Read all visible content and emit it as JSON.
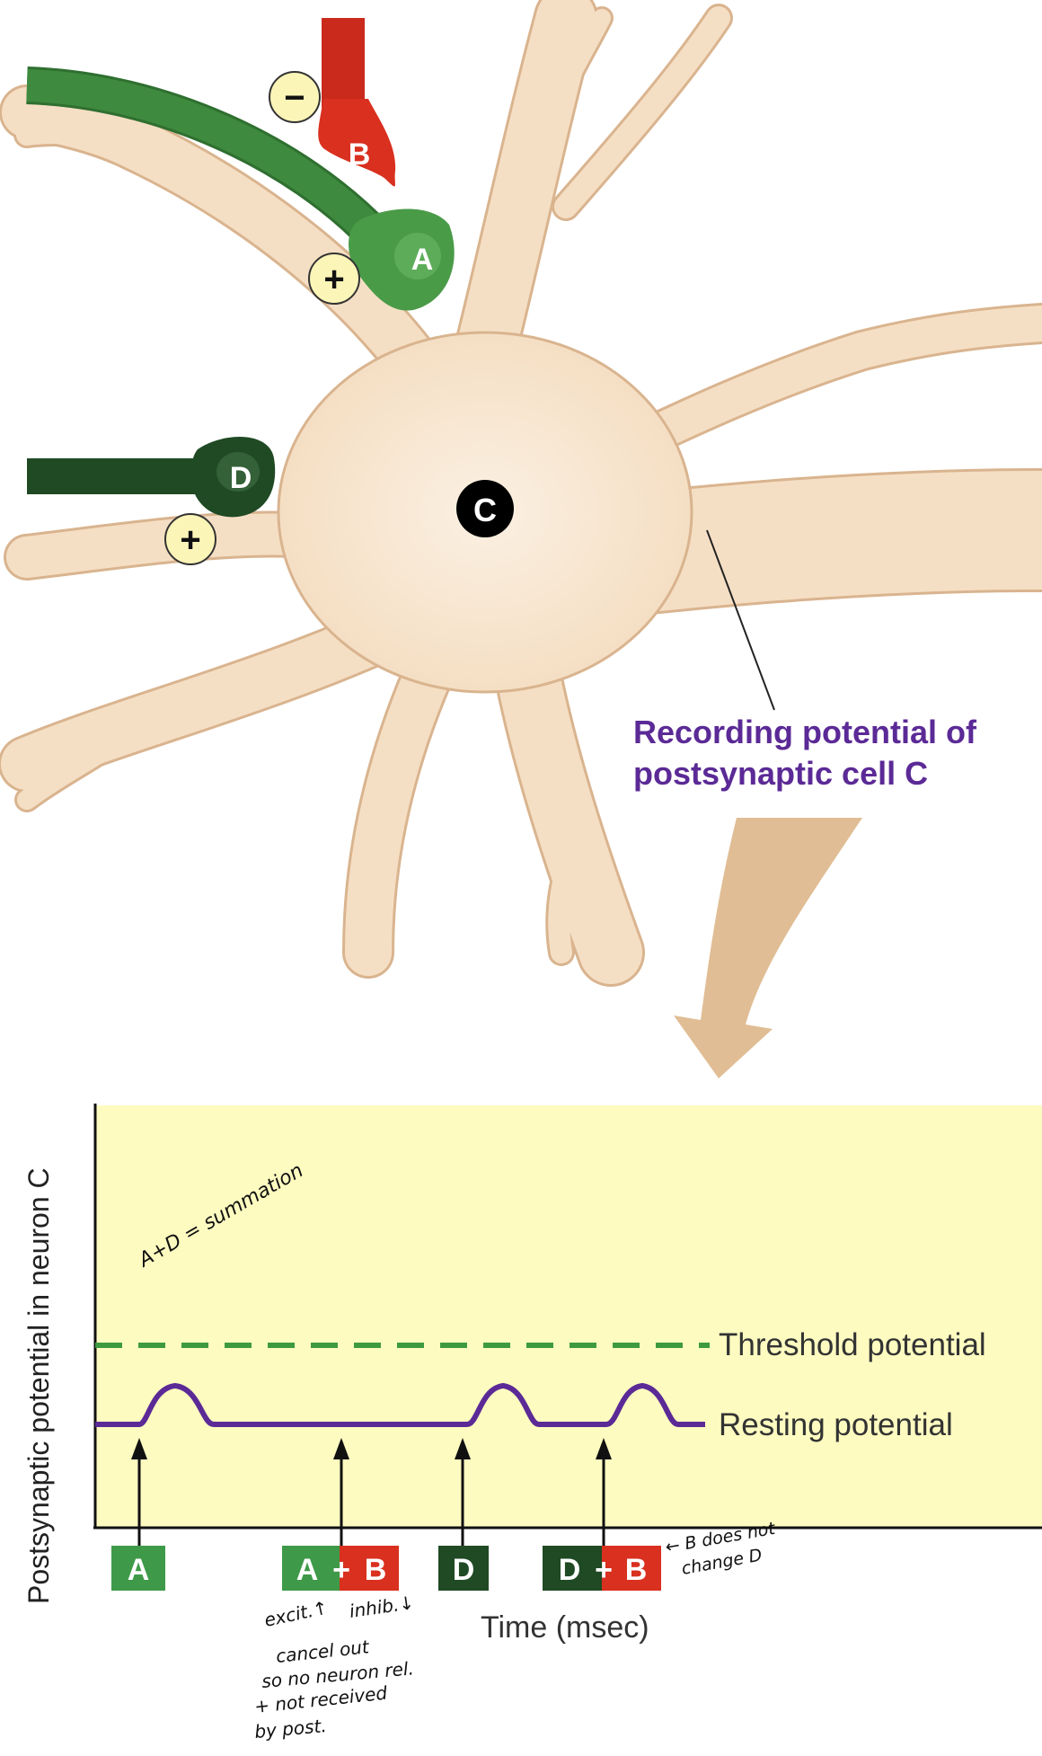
{
  "neuron": {
    "cells": {
      "a": "A",
      "b": "B",
      "c": "C",
      "d": "D"
    },
    "signs": {
      "minus": "−",
      "plus_a": "+",
      "plus_d": "+"
    },
    "recording_line1": "Recording potential of",
    "recording_line2": "postsynaptic cell C"
  },
  "graph": {
    "y_axis_label": "Postsynaptic potential in neuron C",
    "x_axis_label": "Time (msec)",
    "threshold_label": "Threshold potential",
    "resting_label": "Resting potential",
    "stimuli": {
      "s1": "A",
      "s2_left": "A",
      "s2_plus": "+",
      "s2_right": "B",
      "s3": "D",
      "s4_left": "D",
      "s4_plus": "+",
      "s4_right": "B"
    }
  },
  "annotations": {
    "summation": "A+D = summation",
    "excit": "excit.↑",
    "inhib": "inhib.↓",
    "cancel_1": "cancel out",
    "cancel_2": "so no neuron rel.",
    "cancel_3": "+ not received",
    "cancel_4": "by post.",
    "b_note_1": "← B does not",
    "b_note_2": "change D"
  },
  "colors": {
    "neuron_fill": "#f5dfc4",
    "neuron_edge": "#d9b48f",
    "axon_a": "#3e8a3e",
    "axon_d": "#1f4a24",
    "axon_b": "#d9301f",
    "graph_bg": "#fdfbc0",
    "trace": "#5b2a96",
    "threshold": "#3e9a3e",
    "label_purple": "#5b2a96",
    "arrow_tan": "#e0bd94"
  }
}
